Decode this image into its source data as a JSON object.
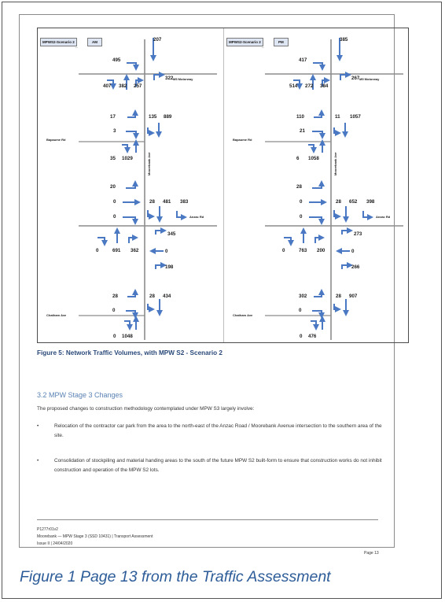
{
  "figure": {
    "panels": [
      {
        "tag": "MPWS2-Scenario 2",
        "period": "AM",
        "dots": "..",
        "top_in": "207",
        "mot_w": "495",
        "mot_e": "322",
        "mot_road": "M5 Motorway",
        "mot_s1": "407",
        "mot_s2": "382",
        "mot_s3": "257",
        "bap_r1": "17",
        "bap_r2": "3",
        "bap_c1": "135",
        "bap_c2": "889",
        "bap_road": "Bapaume Rd",
        "bap_s1": "35",
        "bap_s2": "1029",
        "street": "Moorebank Ave",
        "anz_w1": "20",
        "anz_w2": "0",
        "anz_w3": "0",
        "anz_c1": "28",
        "anz_c2": "481",
        "anz_c3": "383",
        "anz_road": "Anzac Rd",
        "anz_e1": "345",
        "anz_e2": "0",
        "anz_e3": "198",
        "anz_s1": "0",
        "anz_s2": "691",
        "anz_s3": "362",
        "cha_w1": "28",
        "cha_w2": "0",
        "cha_c1": "28",
        "cha_c2": "434",
        "cha_road": "Chatham Ave",
        "cha_s1": "0",
        "cha_s2": "1048"
      },
      {
        "tag": "MPWS2-Scenario 2",
        "period": "PM",
        "dots": "..",
        "top_in": "385",
        "mot_w": "417",
        "mot_e": "267",
        "mot_road": "M5 Motorway",
        "mot_s1": "514",
        "mot_s2": "272",
        "mot_s3": "384",
        "bap_r1": "110",
        "bap_r2": "21",
        "bap_c1": "11",
        "bap_c2": "1057",
        "bap_road": "Bapaume Rd",
        "bap_s1": "6",
        "bap_s2": "1058",
        "street": "Moorebank Ave",
        "anz_w1": "28",
        "anz_w2": "0",
        "anz_w3": "0",
        "anz_c1": "28",
        "anz_c2": "652",
        "anz_c3": "398",
        "anz_road": "Anzac Rd",
        "anz_e1": "273",
        "anz_e2": "0",
        "anz_e3": "266",
        "anz_s1": "0",
        "anz_s2": "763",
        "anz_s3": "200",
        "cha_w1": "302",
        "cha_w2": "0",
        "cha_c1": "28",
        "cha_c2": "907",
        "cha_road": "Chatham Ave",
        "cha_s1": "0",
        "cha_s2": "476"
      }
    ],
    "arrow_color": "#4a78c2",
    "road_color": "#8c8c8c"
  },
  "caption": "Figure 5: Network Traffic Volumes, with MPW S2 - Scenario 2",
  "section_heading": "3.2   MPW Stage 3 Changes",
  "intro": "The proposed changes to construction methodology contemplated under MPW S3 largely involve:",
  "bullets": [
    {
      "marker": "•",
      "text": "Relocation of the contractor car park from the area to the north-east of the Anzac Road / Moorebank Avenue intersection to the southern area of the site."
    },
    {
      "marker": "•",
      "text": "Consolidation of stockpiling and material handing areas to the south of the future MPW S2 built-form to ensure that construction works do not inhibit construction and operation of the MPW S2 lots."
    }
  ],
  "footer": {
    "ref": "P1277r01v2",
    "title": "Moorebank — MPW Stage 3 (SSD 10431)  |  Transport Assessment",
    "issue": "Issue II  |  24/04/2020",
    "page": "Page 13"
  },
  "figure_caption": "Figure 1 Page 13 from the Traffic Assessment"
}
